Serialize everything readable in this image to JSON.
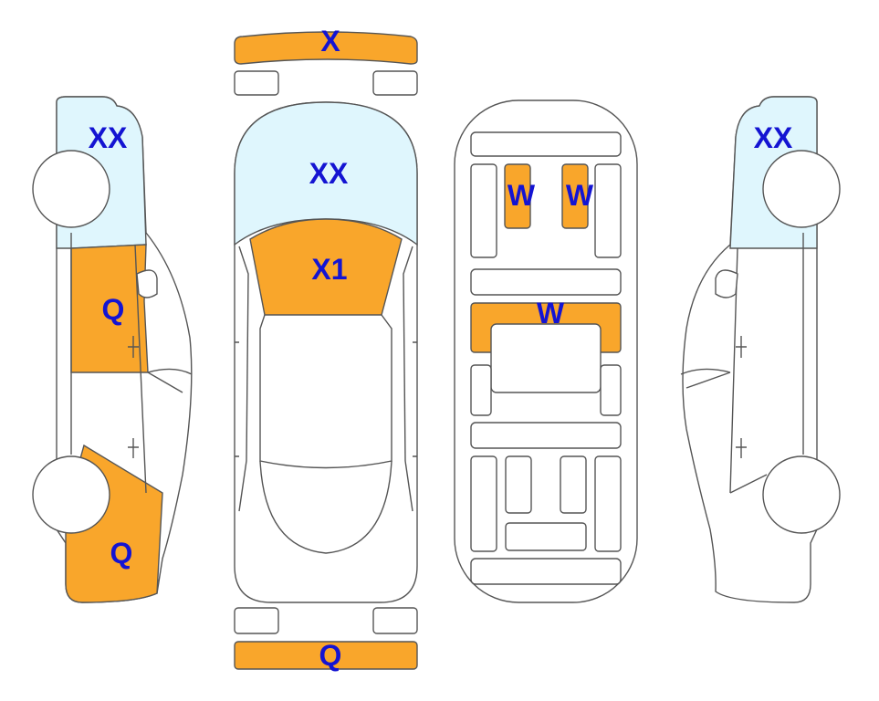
{
  "colors": {
    "damage_orange": "#F9A62B",
    "glass_blue": "#DFF6FD",
    "outline": "#555555",
    "label_blue": "#1414D2",
    "background": "#FFFFFF"
  },
  "views": {
    "left_side": {
      "labels": {
        "windshield": "XX",
        "front_door": "Q",
        "rear_quarter": "Q"
      }
    },
    "top": {
      "labels": {
        "front_bumper": "X",
        "windshield": "XX",
        "hood": "X1",
        "rear_bumper": "Q"
      }
    },
    "underside": {
      "labels": {
        "left_pad": "W",
        "right_pad": "W",
        "cross_member": "W"
      }
    },
    "right_side": {
      "labels": {
        "windshield": "XX"
      }
    }
  }
}
